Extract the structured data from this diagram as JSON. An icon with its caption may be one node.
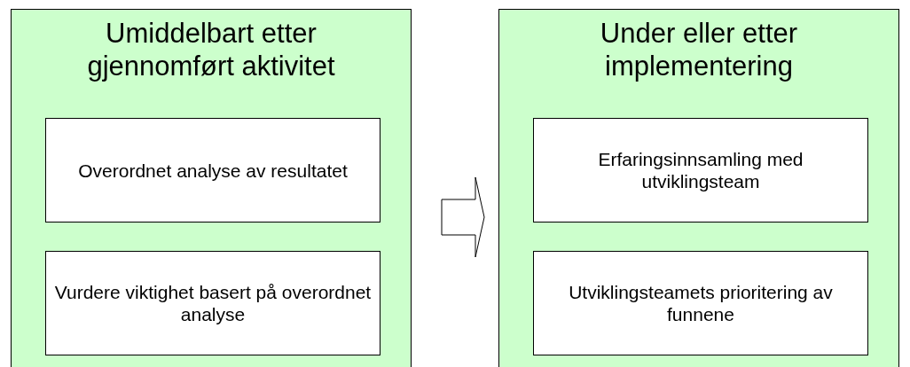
{
  "diagram": {
    "nodes": [
      {
        "text": [
          "Umiddelbart etter gjennomført aktivitet"
        ]
      },
      {
        "text": [
          "Overordnet analyse av resultatet"
        ],
        "in": 0
      },
      {
        "text": [
          "Vurdere viktighet basert på overordnet analyse"
        ],
        "in": 0
      },
      {
        "text": [
          "Under eller etter implementering"
        ]
      },
      {
        "text": [
          "Erfaringsinnsamling med utviklingsteam"
        ],
        "in": 3
      },
      {
        "text": [
          "Utviklingsteamets prioritering av funnene"
        ],
        "in": 3
      }
    ],
    "edges": [
      {
        "from": 0,
        "to": 3,
        "arrow": "to"
      }
    ]
  }
}
